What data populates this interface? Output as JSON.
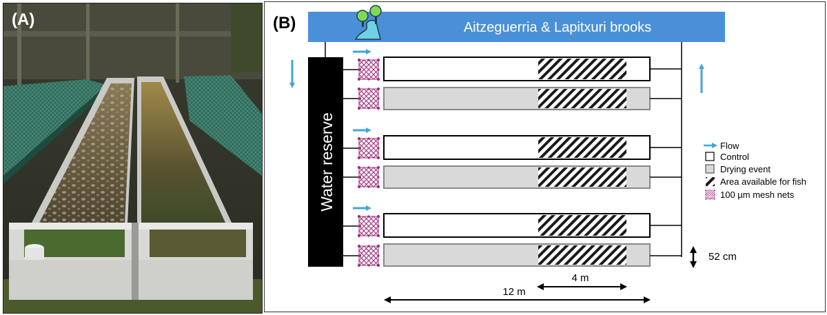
{
  "panel_a": {
    "label": "(A)"
  },
  "panel_b": {
    "label": "(B)",
    "header_title": "Aitzeguerria & Lapitxuri brooks",
    "reserve_label": "Water reserve",
    "legend": [
      {
        "key": "flow",
        "label": "Flow"
      },
      {
        "key": "control",
        "label": "Control"
      },
      {
        "key": "drying",
        "label": "Drying event"
      },
      {
        "key": "fish",
        "label": "Area available for fish"
      },
      {
        "key": "mesh",
        "label": "100 µm mesh nets"
      }
    ],
    "dimensions": {
      "width": "52 cm",
      "fish_zone": "4 m",
      "length": "12 m"
    },
    "channels": [
      "control",
      "drying",
      "control",
      "drying",
      "control",
      "drying"
    ]
  },
  "colors": {
    "header_blue": "#4a90d9",
    "flow_arrow": "#3fa6d8",
    "drying_fill": "#d9d9d9",
    "mesh": "#a0287a",
    "reserve": "#000000"
  }
}
